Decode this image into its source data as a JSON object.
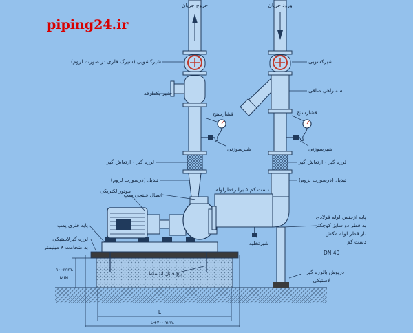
{
  "brand": "piping24.ir",
  "labels": {
    "outlet_flow": "خروج جریان",
    "inlet_flow": "ورود جریان",
    "gate_valve_metal": "شیرکشویی (شیرک فلزی در صورت لزوم)",
    "gate_valve": "شیرکشویی",
    "check_valve": "شیر یکطرفه",
    "strainer_tee": "سه راهی صافی",
    "pressure_gauge_left": "فشارسنج",
    "pressure_gauge_right": "فشارسنج",
    "needle_valve_left": "شیرسوزنی",
    "needle_valve_right": "شیرسوزنی",
    "vibration_left": "لرزه گیر - ارتعاش گیر",
    "vibration_right": "لرزه گیر - ارتعاش گیر",
    "reducer_left": "تبدیل (درصورت لزوم)",
    "reducer_right": "تبدیل (درصورت لزوم)",
    "motor": "موتورالکتریکی",
    "pump_flange": "اتصال فلنجی پمپ",
    "dist_pipe": "دست کم ۵ برابرقطرلوله",
    "drain_valve": "شیرتخلیه",
    "pump_base": "پایه فلزی پمپ",
    "rubber_iso": "لرزه گیرلاستیکی",
    "thickness": "به ضخامت ۸ میلیمتر",
    "anchor_bolt": "پیچ قابل انبساط",
    "support_1": "پایه ازجنس لوله فولادی",
    "support_2": "به قطر دو سایز کوچکتر",
    "support_3": "از قطر لوله مکش،",
    "support_4": "دست کم",
    "support_dn": "DN 40",
    "rubber_pad_1": "درپوش بالرزه گیر",
    "rubber_pad_2": "لاستیکی",
    "dim_min": "۱۰۰mm.",
    "dim_min2": "MIN.",
    "dim_l": "L",
    "dim_l2": "L+۲۰۰mm."
  },
  "colors": {
    "background": "#94c1ec",
    "pipe": "#bcd8f2",
    "line": "#203a5c",
    "valve_red": "#c0392b",
    "brand": "#d80000"
  }
}
